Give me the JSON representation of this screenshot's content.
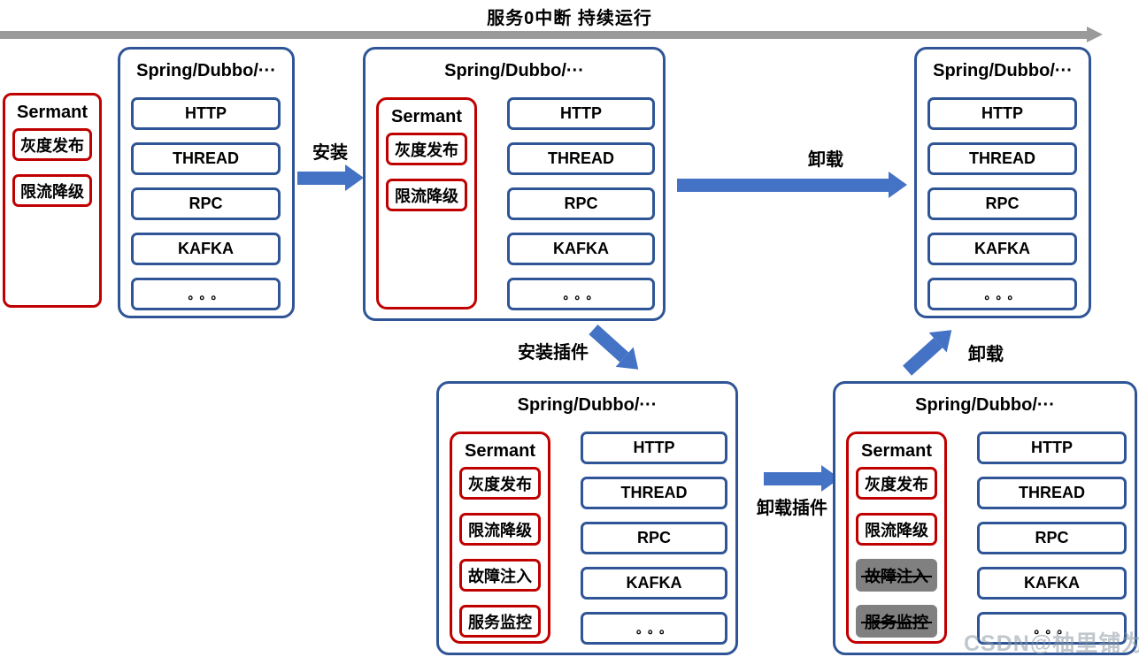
{
  "colors": {
    "frame_blue": "#2f5597",
    "arrow_blue": "#4472c4",
    "agent_red": "#c00000",
    "timeline_gray": "#9a9a9a",
    "disabled_gray": "#808080"
  },
  "timeline": {
    "title": "服务0中断 持续运行"
  },
  "arrows": {
    "install": "安装",
    "uninstall_top": "卸载",
    "install_plugin": "安装插件",
    "uninstall_plugin": "卸载插件",
    "uninstall_bottom": "卸载"
  },
  "standalone_agent": {
    "title": "Sermant",
    "plugins": [
      "灰度发布",
      "限流降级"
    ]
  },
  "hosts": [
    {
      "title": "Spring/Dubbo/···",
      "frameworks": [
        "HTTP",
        "THREAD",
        "RPC",
        "KAFKA",
        "。。。"
      ]
    },
    {
      "title": "Spring/Dubbo/···",
      "agent": {
        "title": "Sermant",
        "plugins": [
          {
            "label": "灰度发布",
            "disabled": false
          },
          {
            "label": "限流降级",
            "disabled": false
          }
        ]
      },
      "frameworks": [
        "HTTP",
        "THREAD",
        "RPC",
        "KAFKA",
        "。。。"
      ]
    },
    {
      "title": "Spring/Dubbo/···",
      "frameworks": [
        "HTTP",
        "THREAD",
        "RPC",
        "KAFKA",
        "。。。"
      ]
    },
    {
      "title": "Spring/Dubbo/···",
      "agent": {
        "title": "Sermant",
        "plugins": [
          {
            "label": "灰度发布",
            "disabled": false
          },
          {
            "label": "限流降级",
            "disabled": false
          },
          {
            "label": "故障注入",
            "disabled": false
          },
          {
            "label": "服务监控",
            "disabled": false
          }
        ]
      },
      "frameworks": [
        "HTTP",
        "THREAD",
        "RPC",
        "KAFKA",
        "。。。"
      ]
    },
    {
      "title": "Spring/Dubbo/···",
      "agent": {
        "title": "Sermant",
        "plugins": [
          {
            "label": "灰度发布",
            "disabled": false
          },
          {
            "label": "限流降级",
            "disabled": false
          },
          {
            "label": "故障注入",
            "disabled": true
          },
          {
            "label": "服务监控",
            "disabled": true
          }
        ]
      },
      "frameworks": [
        "HTTP",
        "THREAD",
        "RPC",
        "KAFKA",
        "。。。"
      ]
    }
  ],
  "page": {
    "watermark": "CSDN@柚里铺为医开源"
  }
}
